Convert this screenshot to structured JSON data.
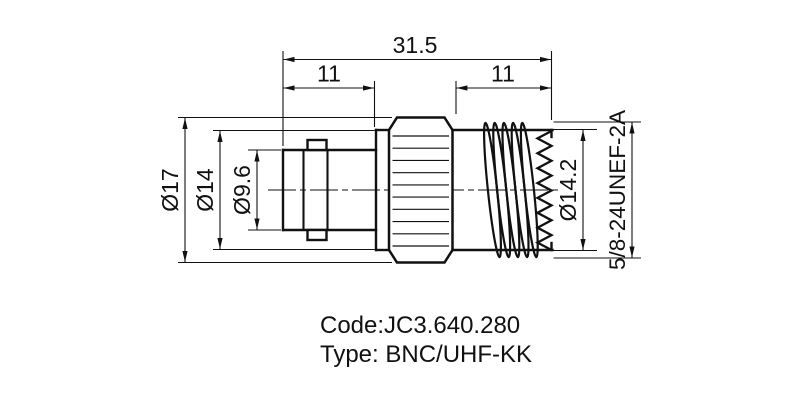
{
  "drawing": {
    "dimensions": {
      "overall_length": "31.5",
      "bnc_section_length": "11",
      "uhf_section_length": "11",
      "knurl_diameter": "Ø17",
      "body_diameter": "Ø14",
      "bnc_bore_diameter": "Ø9.6",
      "uhf_bore_diameter": "Ø14.2",
      "thread_spec": "5/8-24UNEF-2A"
    },
    "footer": {
      "code": "Code:JC3.640.280",
      "type": "Type: BNC/UHF-KK"
    },
    "colors": {
      "line": "#111111",
      "background": "#ffffff"
    }
  }
}
